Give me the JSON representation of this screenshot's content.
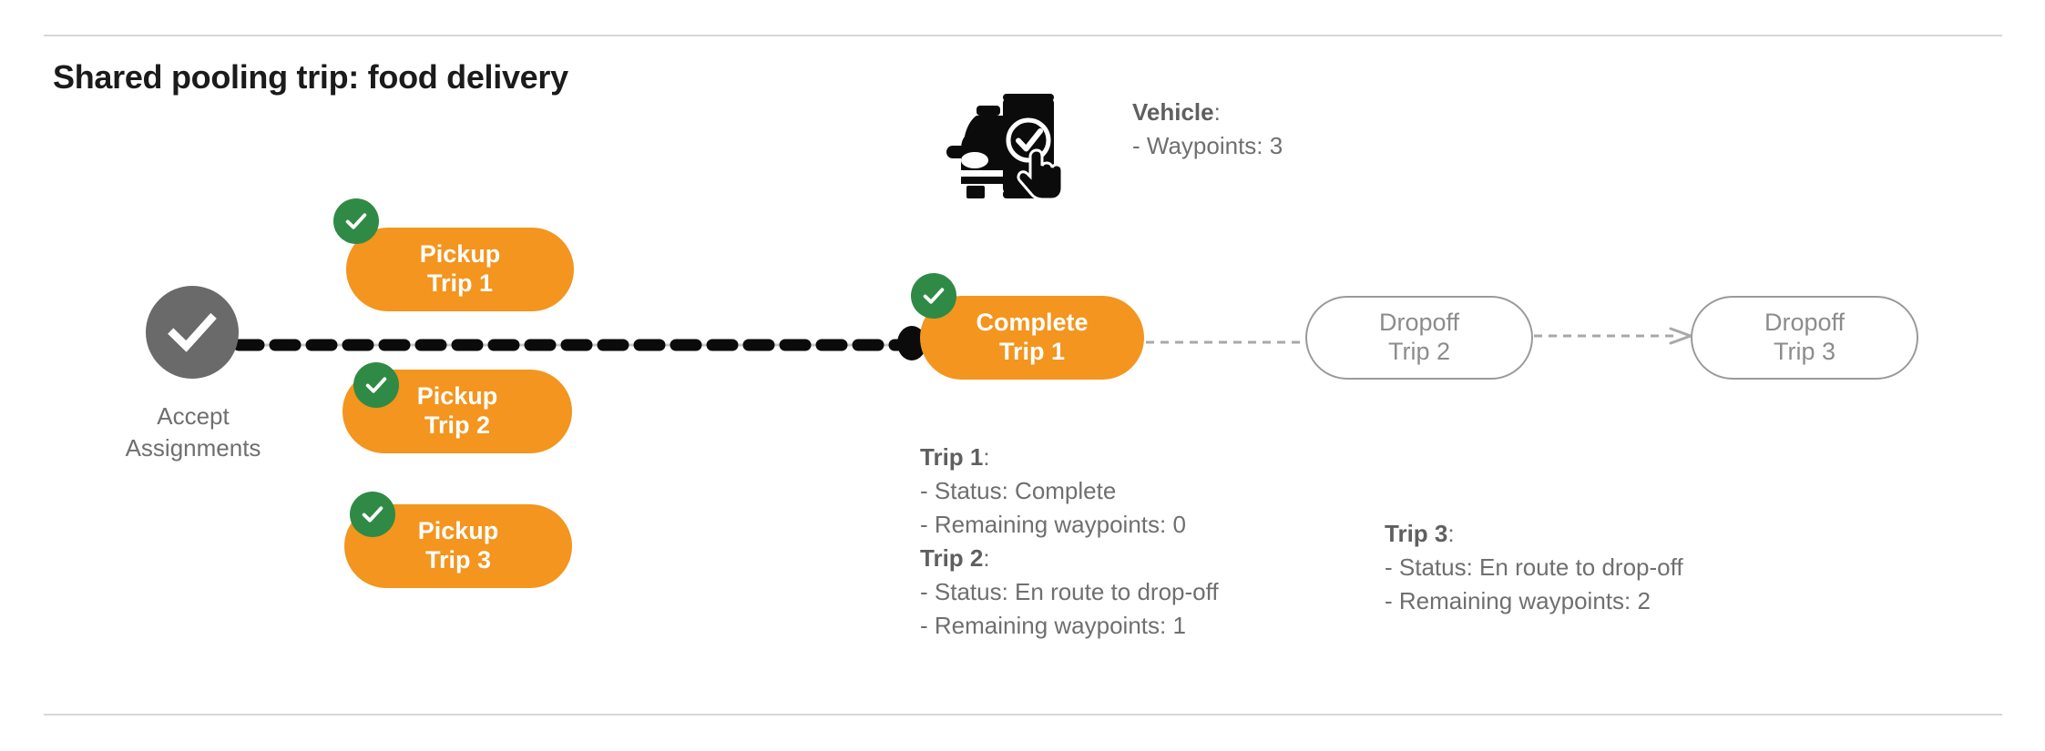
{
  "slide": {
    "title": "Shared pooling trip: food delivery"
  },
  "colors": {
    "pill_fill": "#f3951e",
    "check_badge": "#2f8a46",
    "accept_node": "#6a6a6a",
    "muted_text": "#6f6f6f",
    "outline_border": "#9a9a9a",
    "divider": "#d7d7d7"
  },
  "accept": {
    "icon": "check-icon",
    "label_line1": "Accept",
    "label_line2": "Assignments"
  },
  "pickups": [
    {
      "line1": "Pickup",
      "line2": "Trip 1",
      "badge": "check-badge-icon",
      "state": "complete"
    },
    {
      "line1": "Pickup",
      "line2": "Trip 2",
      "badge": "check-badge-icon",
      "state": "complete"
    },
    {
      "line1": "Pickup",
      "line2": "Trip 3",
      "badge": "check-badge-icon",
      "state": "complete"
    }
  ],
  "complete_node": {
    "line1": "Complete",
    "line2": "Trip 1",
    "badge": "check-badge-icon"
  },
  "dropoffs": [
    {
      "line1": "Dropoff",
      "line2": "Trip 2"
    },
    {
      "line1": "Dropoff",
      "line2": "Trip 3"
    }
  ],
  "vehicle": {
    "icon": "car-phone-check-icon",
    "heading": "Vehicle",
    "heading_suffix": ":",
    "waypoints_line": "- Waypoints: 3"
  },
  "trip_details_left": {
    "trip1_heading": "Trip 1",
    "trip1_heading_suffix": ":",
    "trip1_status": "- Status:  Complete",
    "trip1_waypoints": "- Remaining waypoints: 0",
    "trip2_heading": "Trip 2",
    "trip2_heading_suffix": ":",
    "trip2_status": "- Status:  En route to drop-off",
    "trip2_waypoints": "- Remaining waypoints: 1"
  },
  "trip_details_right": {
    "trip3_heading": "Trip 3",
    "trip3_heading_suffix": ":",
    "trip3_status": "- Status:  En route to drop-off",
    "trip3_waypoints": "- Remaining waypoints: 2"
  }
}
